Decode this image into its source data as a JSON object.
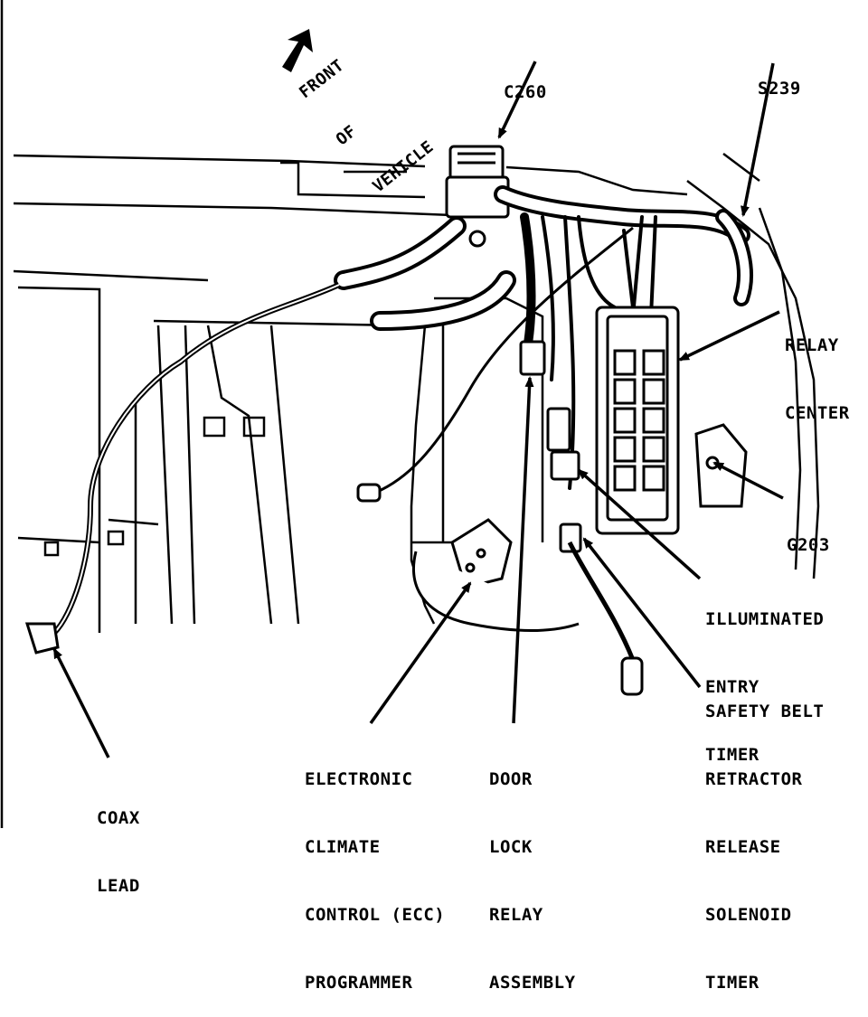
{
  "labels": {
    "front": [
      "FRONT",
      "OF",
      "VEHICLE"
    ],
    "c260": "C260",
    "s239": "S239",
    "relay_center": [
      "RELAY",
      "CENTER"
    ],
    "g203": "G203",
    "illuminated_entry_timer": [
      "ILLUMINATED",
      "ENTRY",
      "TIMER"
    ],
    "safety_belt": [
      "SAFETY BELT",
      "RETRACTOR",
      "RELEASE",
      "SOLENOID",
      "TIMER"
    ],
    "ecc_programmer": [
      "ELECTRONIC",
      "CLIMATE",
      "CONTROL (ECC)",
      "PROGRAMMER"
    ],
    "door_lock": [
      "DOOR",
      "LOCK",
      "RELAY",
      "ASSEMBLY"
    ],
    "coax_lead": [
      "COAX",
      "LEAD"
    ]
  }
}
